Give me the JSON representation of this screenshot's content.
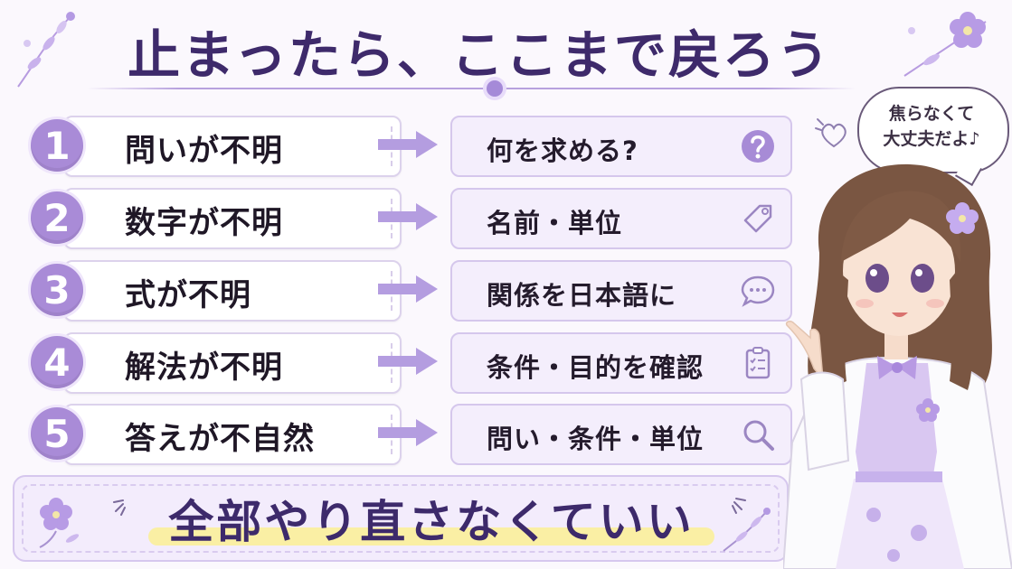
{
  "title": "止まったら、ここまで戻ろう",
  "rows": [
    {
      "number": "1",
      "problem": "問いが不明",
      "solution": "何を求める?",
      "icon": "question-circle-icon"
    },
    {
      "number": "2",
      "problem": "数字が不明",
      "solution": "名前・単位",
      "icon": "tag-icon"
    },
    {
      "number": "3",
      "problem": "式が不明",
      "solution": "関係を日本語に",
      "icon": "speech-bubble-icon"
    },
    {
      "number": "4",
      "problem": "解法が不明",
      "solution": "条件・目的を確認",
      "icon": "clipboard-checklist-icon"
    },
    {
      "number": "5",
      "problem": "答えが不自然",
      "solution": "問い・条件・単位",
      "icon": "magnifier-icon"
    }
  ],
  "banner": {
    "text": "全部やり直さなくていい"
  },
  "speech_bubble": {
    "line1": "焦らなくて",
    "line2": "大丈夫だよ♪"
  },
  "colors": {
    "accent": "#a98bd7",
    "title": "#3e2a6b",
    "highlight": "#fbef9a",
    "solution_bg": "#f4eefc"
  }
}
